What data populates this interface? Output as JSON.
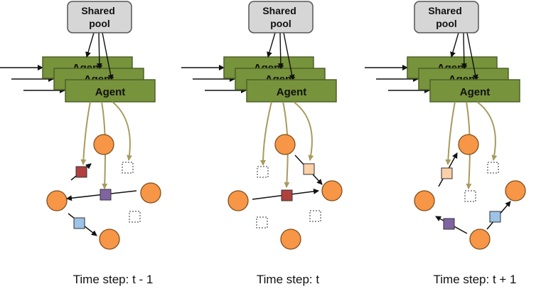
{
  "colors": {
    "pool_fill": "#d6d6d6",
    "pool_stroke": "#555555",
    "agent_fill": "#77933c",
    "agent_stroke": "#4f6228",
    "node_fill": "#f79646",
    "node_stroke": "#7f4f1e",
    "curve": "#a89a5e",
    "arrow": "#111111",
    "square_dark_red": "#b0413e",
    "square_purple": "#8064a2",
    "square_light_blue": "#9dc3e6",
    "square_peach": "#fbd0a8"
  },
  "panels": [
    {
      "shared_pool": "Shared\npool",
      "agent_label": "Agent",
      "caption": "Time step: t - 1"
    },
    {
      "shared_pool": "Shared\npool",
      "agent_label": "Agent",
      "caption": "Time step: t"
    },
    {
      "shared_pool": "Shared\npool",
      "agent_label": "Agent",
      "caption": "Time step: t + 1"
    }
  ]
}
